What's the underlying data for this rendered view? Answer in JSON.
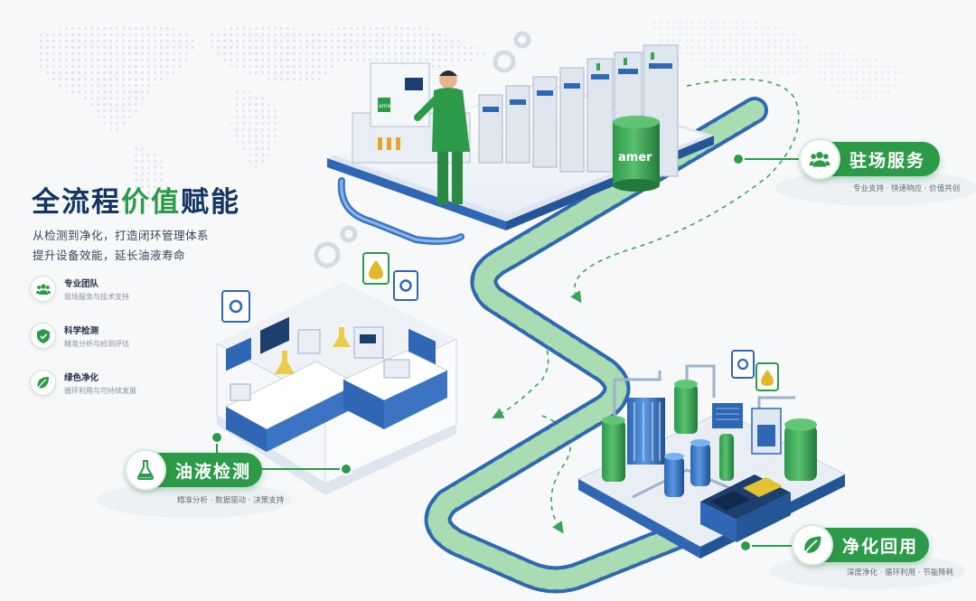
{
  "headline": {
    "part1": "全流程",
    "part2": "价值",
    "part3": "赋能"
  },
  "subtitle": {
    "line1": "从检测到净化，打造闭环管理体系",
    "line2": "提升设备效能，延长油液寿命"
  },
  "features": [
    {
      "icon": "team-icon",
      "title": "专业团队",
      "desc": "现场服务与技术支持"
    },
    {
      "icon": "shield-icon",
      "title": "科学检测",
      "desc": "精准分析与检测评估"
    },
    {
      "icon": "leaf-icon",
      "title": "绿色净化",
      "desc": "循环利用与可持续发展"
    }
  ],
  "stages": {
    "onsite": {
      "icon": "team-icon",
      "label": "驻场服务",
      "desc": "专业支持 · 快速响应 · 价值共创"
    },
    "testing": {
      "icon": "flask-icon",
      "label": "油液检测",
      "desc": "精准分析 · 数据驱动 · 决策支持"
    },
    "purify": {
      "icon": "leaf-icon",
      "label": "净化回用",
      "desc": "深度净化 · 循环利用 · 节能降耗"
    }
  },
  "brand": {
    "drum_text": "amer",
    "machine_text": "amer"
  },
  "colors": {
    "green": "#2d9a4a",
    "navy": "#153562",
    "blue": "#2f67b4"
  }
}
